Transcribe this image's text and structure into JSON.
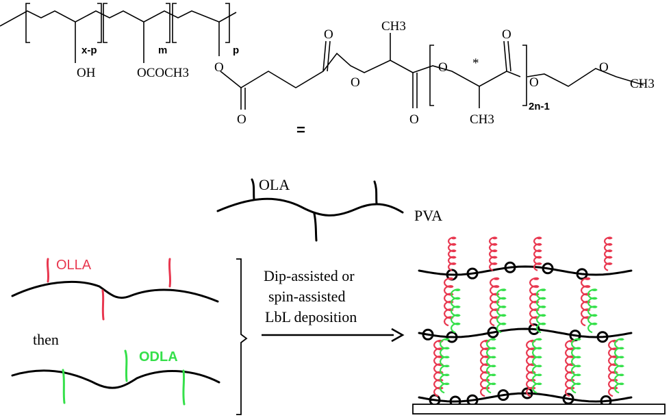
{
  "structure": {
    "sub_xp": "x-p",
    "sub_m": "m",
    "sub_p": "p",
    "oh": "OH",
    "ococh3": "OCOCH3",
    "o_ester1": "O",
    "o_carbonyl1": "O",
    "o_carbonyl2": "O",
    "o_ester2": "O",
    "ch3_top": "CH3",
    "o_carbonyl3": "O",
    "o_ring": "O",
    "star": "*",
    "o_carbonyl4": "O",
    "ch3_bottom": "CH3",
    "sub_2n1": "2n-1",
    "o_ether1": "O",
    "o_ether2": "O",
    "ch3_end": "CH3",
    "equals": "="
  },
  "scheme": {
    "ola": "OLA",
    "pva": "PVA",
    "olla": "OLLA",
    "then": "then",
    "odla": "ODLA",
    "step_line1": "Dip-assisted or",
    "step_line2": "spin-assisted",
    "step_line3": "LbL deposition"
  },
  "colors": {
    "olla_red": "#e8374f",
    "odla_green": "#35e04a",
    "chain_black": "#000000",
    "substrate": "#ffffff"
  }
}
